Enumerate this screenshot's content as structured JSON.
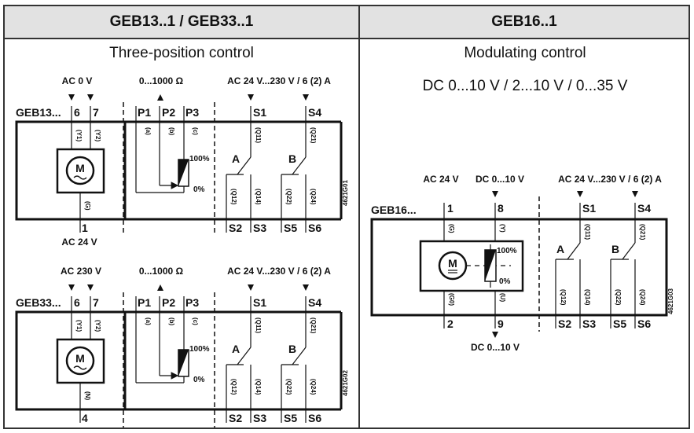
{
  "left_panel": {
    "header": "GEB13..1 / GEB33..1",
    "subtitle": "Three-position control",
    "diagrams": [
      {
        "model": "GEB13...",
        "supply_label": "AC 0 V",
        "feedback_label": "0...1000 Ω",
        "aux_label": "AC 24 V...230 V / 6 (2) A",
        "terminals_top": [
          "6",
          "7",
          "P1",
          "P2",
          "P3",
          "S1",
          "S4"
        ],
        "wire_codes_top": [
          "(Y1)",
          "(Y2)",
          "(a)",
          "(b)",
          "(c)",
          "(Q11)",
          "(Q21)"
        ],
        "bottom_terminal": "1",
        "bottom_wire_code": "(G)",
        "bottom_label": "AC 24 V",
        "switch_terminals_bottom": [
          "S2",
          "S3",
          "S5",
          "S6"
        ],
        "switch_wire_codes": [
          "(Q12)",
          "(Q14)",
          "(Q22)",
          "(Q24)"
        ],
        "switch_names": [
          "A",
          "B"
        ],
        "pot_max": "100%",
        "pot_min": "0%",
        "motor_symbol": "M",
        "drawing_code": "4621G01"
      },
      {
        "model": "GEB33...",
        "supply_label": "AC 230 V",
        "feedback_label": "0...1000 Ω",
        "aux_label": "AC 24 V...230 V / 6 (2) A",
        "terminals_top": [
          "6",
          "7",
          "P1",
          "P2",
          "P3",
          "S1",
          "S4"
        ],
        "wire_codes_top": [
          "(Y1)",
          "(Y2)",
          "(a)",
          "(b)",
          "(c)",
          "(Q11)",
          "(Q21)"
        ],
        "bottom_terminal": "4",
        "bottom_wire_code": "(N)",
        "bottom_label": "",
        "switch_terminals_bottom": [
          "S2",
          "S3",
          "S5",
          "S6"
        ],
        "switch_wire_codes": [
          "(Q12)",
          "(Q14)",
          "(Q22)",
          "(Q24)"
        ],
        "switch_names": [
          "A",
          "B"
        ],
        "pot_max": "100%",
        "pot_min": "0%",
        "motor_symbol": "M",
        "drawing_code": "4621G02"
      }
    ]
  },
  "right_panel": {
    "header": "GEB16..1",
    "subtitle": "Modulating control",
    "signal_range": "DC 0...10 V / 2...10 V / 0...35 V",
    "diagram": {
      "model": "GEB16...",
      "supply_label": "AC 24 V",
      "input_label": "DC 0...10 V",
      "output_label": "DC 0...10 V",
      "aux_label": "AC 24 V...230 V / 6 (2) A",
      "terminals_top": [
        "1",
        "8",
        "S1",
        "S4"
      ],
      "wire_codes_top": [
        "(G)",
        "(Y)",
        "(Q11)",
        "(Q21)"
      ],
      "terminals_bottom": [
        "2",
        "9",
        "S2",
        "S3",
        "S5",
        "S6"
      ],
      "wire_codes_bottom": [
        "(G0)",
        "(U)",
        "(Q12)",
        "(Q14)",
        "(Q22)",
        "(Q24)"
      ],
      "switch_names": [
        "A",
        "B"
      ],
      "pot_max": "100%",
      "pot_min": "0%",
      "motor_symbol": "M",
      "drawing_code": "4621G03"
    }
  }
}
